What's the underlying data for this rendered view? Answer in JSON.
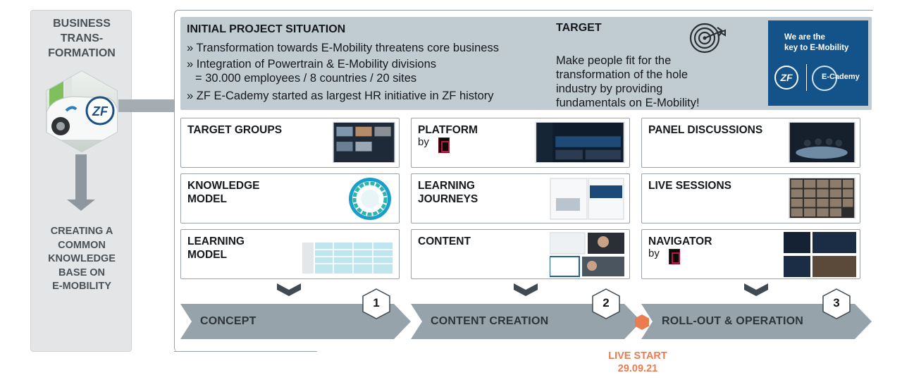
{
  "left_column": {
    "title_lines": [
      "BUSINESS",
      "TRANS-",
      "FORMATION"
    ],
    "bottom_lines": [
      "CREATING A",
      "COMMON",
      "KNOWLEDGE",
      "BASE ON",
      "E-MOBILITY"
    ],
    "image_icon": "electric-car-charging-image"
  },
  "initial_situation": {
    "title": "INITIAL PROJECT SITUATION",
    "bullets": [
      "» Transformation towards E-Mobility threatens core business",
      "» Integration of Powertrain & E-Mobility divisions",
      "= 30.000  employees / 8 countries / 20 sites",
      "» ZF E-Cademy started as largest HR initiative in ZF history"
    ]
  },
  "target": {
    "title": "TARGET",
    "lines": [
      "Make people fit for the",
      "transformation of the hole",
      "industry by providing",
      "fundamentals on E-Mobility!"
    ],
    "icon": "target-arrow-icon"
  },
  "brand": {
    "lines": [
      "We are the",
      "key to E-Mobility"
    ],
    "zf_logo": "ZF",
    "ecademy_logo": "E-Cademy"
  },
  "cards": {
    "target_groups": {
      "title_lines": [
        "TARGET GROUPS"
      ]
    },
    "knowledge_model": {
      "title_lines": [
        "KNOWLEDGE",
        "MODEL"
      ]
    },
    "learning_model": {
      "title_lines": [
        "LEARNING",
        "MODEL"
      ]
    },
    "platform": {
      "title_lines": [
        "PLATFORM"
      ],
      "by": "by"
    },
    "learning_journeys": {
      "title_lines": [
        "LEARNING",
        "JOURNEYS"
      ]
    },
    "content": {
      "title_lines": [
        "CONTENT"
      ]
    },
    "panel_discussions": {
      "title_lines": [
        "PANEL DISCUSSIONS"
      ]
    },
    "live_sessions": {
      "title_lines": [
        "LIVE SESSIONS"
      ]
    },
    "navigator": {
      "title_lines": [
        "NAVIGATOR"
      ],
      "by": "by"
    }
  },
  "phases": [
    {
      "label": "CONCEPT",
      "number": "1"
    },
    {
      "label": "CONTENT CREATION",
      "number": "2"
    },
    {
      "label": "ROLL-OUT & OPERATION",
      "number": "3"
    }
  ],
  "live_start": {
    "lines": [
      "LIVE START",
      "29.09.21"
    ]
  },
  "colors": {
    "panel_bg": "#c1cbd2",
    "brand_blue": "#13538a",
    "phase_gray": "#97a3ab",
    "live_orange": "#ec7b50",
    "left_gray": "#e3e5e7"
  }
}
